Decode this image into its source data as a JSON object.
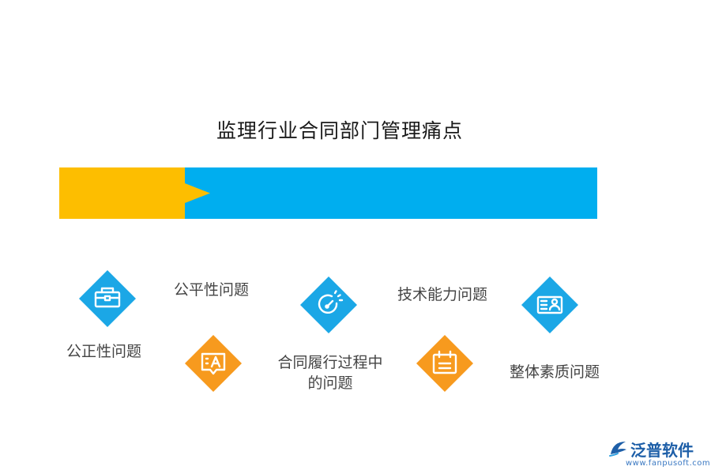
{
  "title": "监理行业合同部门管理痛点",
  "colors": {
    "accent_yellow": "#FDBE00",
    "accent_blue": "#00AEEF",
    "icon_blue": "#1BA7E6",
    "icon_orange": "#F79A1E"
  },
  "items": [
    {
      "label": "公正性问题",
      "icon": "briefcase-icon",
      "color": "blue"
    },
    {
      "label": "公平性问题",
      "icon": "chat-text-icon",
      "color": "orange"
    },
    {
      "label": "合同履行过程中",
      "label_line2": "的问题",
      "icon": "speedometer-icon",
      "color": "blue"
    },
    {
      "label": "技术能力问题",
      "icon": "calendar-icon",
      "color": "orange"
    },
    {
      "label": "整体素质问题",
      "icon": "id-card-icon",
      "color": "blue"
    }
  ],
  "logo": {
    "name": "泛普软件",
    "url": "www.fanpusoft.com"
  }
}
